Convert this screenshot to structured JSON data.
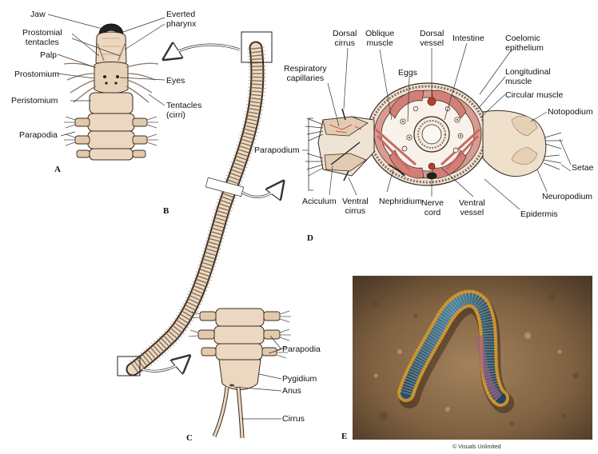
{
  "panel_a": {
    "letter": "A",
    "labels": {
      "jaw": "Jaw",
      "everted_pharynx": "Everted\npharynx",
      "prostomial_tentacles": "Prostomial\ntentacles",
      "palp": "Palp",
      "prostomium": "Prostomium",
      "eyes": "Eyes",
      "peristomium": "Peristomium",
      "tentacles": "Tentacles\n(cirri)",
      "parapodia": "Parapodia"
    }
  },
  "panel_b": {
    "letter": "B"
  },
  "panel_c": {
    "letter": "C",
    "labels": {
      "parapodia": "Parapodia",
      "pygidium": "Pygidium",
      "anus": "Anus",
      "cirrus": "Cirrus"
    }
  },
  "panel_d": {
    "letter": "D",
    "labels": {
      "dorsal_cirrus": "Dorsal\ncirrus",
      "oblique_muscle": "Oblique\nmuscle",
      "dorsal_vessel": "Dorsal\nvessel",
      "intestine": "Intestine",
      "coelomic_epithelium": "Coelomic\nepithelium",
      "respiratory_capillaries": "Respiratory\ncapillaries",
      "eggs": "Eggs",
      "longitudinal_muscle": "Longitudinal\nmuscle",
      "circular_muscle": "Circular muscle",
      "notopodium": "Notopodium",
      "parapodium": "Parapodium",
      "setae": "Setae",
      "neuropodium": "Neuropodium",
      "aciculum": "Aciculum",
      "ventral_cirrus": "Ventral\ncirrus",
      "nephridium": "Nephridium",
      "nerve_cord": "Nerve\ncord",
      "ventral_vessel": "Ventral\nvessel",
      "epidermis": "Epidermis"
    }
  },
  "panel_e": {
    "letter": "E",
    "credit": "© Visuals Unlimited"
  },
  "colors": {
    "worm": "#ecd8c0",
    "muscle": "#d99a90",
    "outline": "#3a2a22",
    "photo_bg": "#8a6b48",
    "worm_blue": "#2e6fa0"
  }
}
